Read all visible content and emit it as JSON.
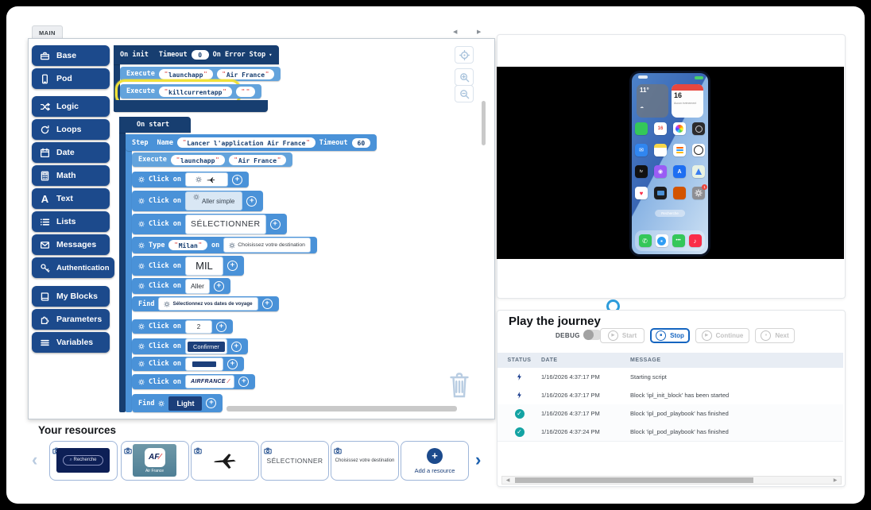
{
  "window": {
    "tab_label": "MAIN"
  },
  "sidebar": {
    "items": [
      {
        "label": "Base"
      },
      {
        "label": "Pod"
      },
      {
        "label": "Logic"
      },
      {
        "label": "Loops"
      },
      {
        "label": "Date"
      },
      {
        "label": "Math"
      },
      {
        "label": "Text"
      },
      {
        "label": "Lists"
      },
      {
        "label": "Messages"
      },
      {
        "label": "Authentication"
      },
      {
        "label": "My Blocks"
      },
      {
        "label": "Parameters"
      },
      {
        "label": "Variables"
      }
    ]
  },
  "blocks": {
    "on_init": {
      "label": "On init",
      "timeout_label": "Timeout",
      "timeout_value": "0",
      "on_error_label": "On Error",
      "on_error_value": "Stop"
    },
    "execute_launchapp_init": {
      "label": "Execute",
      "arg1": "launchapp",
      "arg2": "Air France"
    },
    "execute_killcurrentapp": {
      "label": "Execute",
      "arg1": "killcurrentapp",
      "arg2": ""
    },
    "on_start": {
      "label": "On start"
    },
    "step": {
      "label": "Step",
      "name_label": "Name",
      "name_value": "Lancer l'application Air France",
      "timeout_label": "Timeout",
      "timeout_value": "60"
    },
    "execute_launchapp_step": {
      "label": "Execute",
      "arg1": "launchapp",
      "arg2": "Air France"
    },
    "click_plane": {
      "label": "Click on"
    },
    "click_aller_simple": {
      "label": "Click on",
      "image_text": "Aller simple"
    },
    "click_selectionner": {
      "label": "Click on",
      "image_text": "SÉLECTIONNER"
    },
    "type_destination": {
      "label": "Type",
      "value": "Milan",
      "on_label": "on",
      "target_text": "Choisissez votre destination"
    },
    "click_mil": {
      "label": "Click on",
      "image_text": "MIL"
    },
    "click_aller": {
      "label": "Click on",
      "image_text": "Aller"
    },
    "find_dates": {
      "label": "Find",
      "image_text": "Sélectionnez vos dates de voyage"
    },
    "click_2": {
      "label": "Click on",
      "image_text": "2"
    },
    "click_confirmer": {
      "label": "Click on",
      "image_text": "Confirmer"
    },
    "click_stripe": {
      "label": "Click on"
    },
    "click_airfrance": {
      "label": "Click on",
      "image_text": "AIRFRANCE"
    },
    "find_light": {
      "label": "Find",
      "image_text": "Light"
    }
  },
  "resources": {
    "title": "Your resources",
    "card_recherche": "Recherche",
    "card_airfrance_logo": "AF",
    "card_airfrance_label": "Air France",
    "card_selectionner": "SÉLECTIONNER",
    "card_destination": "Choisissez votre destination",
    "add_label": "Add a resource"
  },
  "player": {
    "title": "Play the journey",
    "debug_label": "DEBUG",
    "start_label": "Start",
    "stop_label": "Stop",
    "continue_label": "Continue",
    "next_label": "Next"
  },
  "logs": {
    "col_status": "STATUS",
    "col_date": "DATE",
    "col_message": "MESSAGE",
    "rows": [
      {
        "status": "running",
        "date": "1/16/2026 4:37:17 PM",
        "message": "Starting script"
      },
      {
        "status": "running",
        "date": "1/16/2026 4:37:17 PM",
        "message": "Block 'ipl_init_block' has been started"
      },
      {
        "status": "success",
        "date": "1/16/2026 4:37:17 PM",
        "message": "Block 'ipl_pod_playbook' has finished"
      },
      {
        "status": "success",
        "date": "1/16/2026 4:37:24 PM",
        "message": "Block 'ipl_pod_playbook' has finished"
      }
    ]
  },
  "phone": {
    "weather_temp": "11°",
    "calendar_day": "16",
    "calendar_note": "Aucun événement",
    "search_label": "Recherche",
    "settings_badge": "1"
  },
  "colors": {
    "accent": "#1c4a8c",
    "block_navy": "#173e70",
    "block_blue": "#4a92d8",
    "block_light": "#63a3dc",
    "highlight": "#f0e13a",
    "success": "#13a3a3",
    "stop": "#1565c0"
  }
}
